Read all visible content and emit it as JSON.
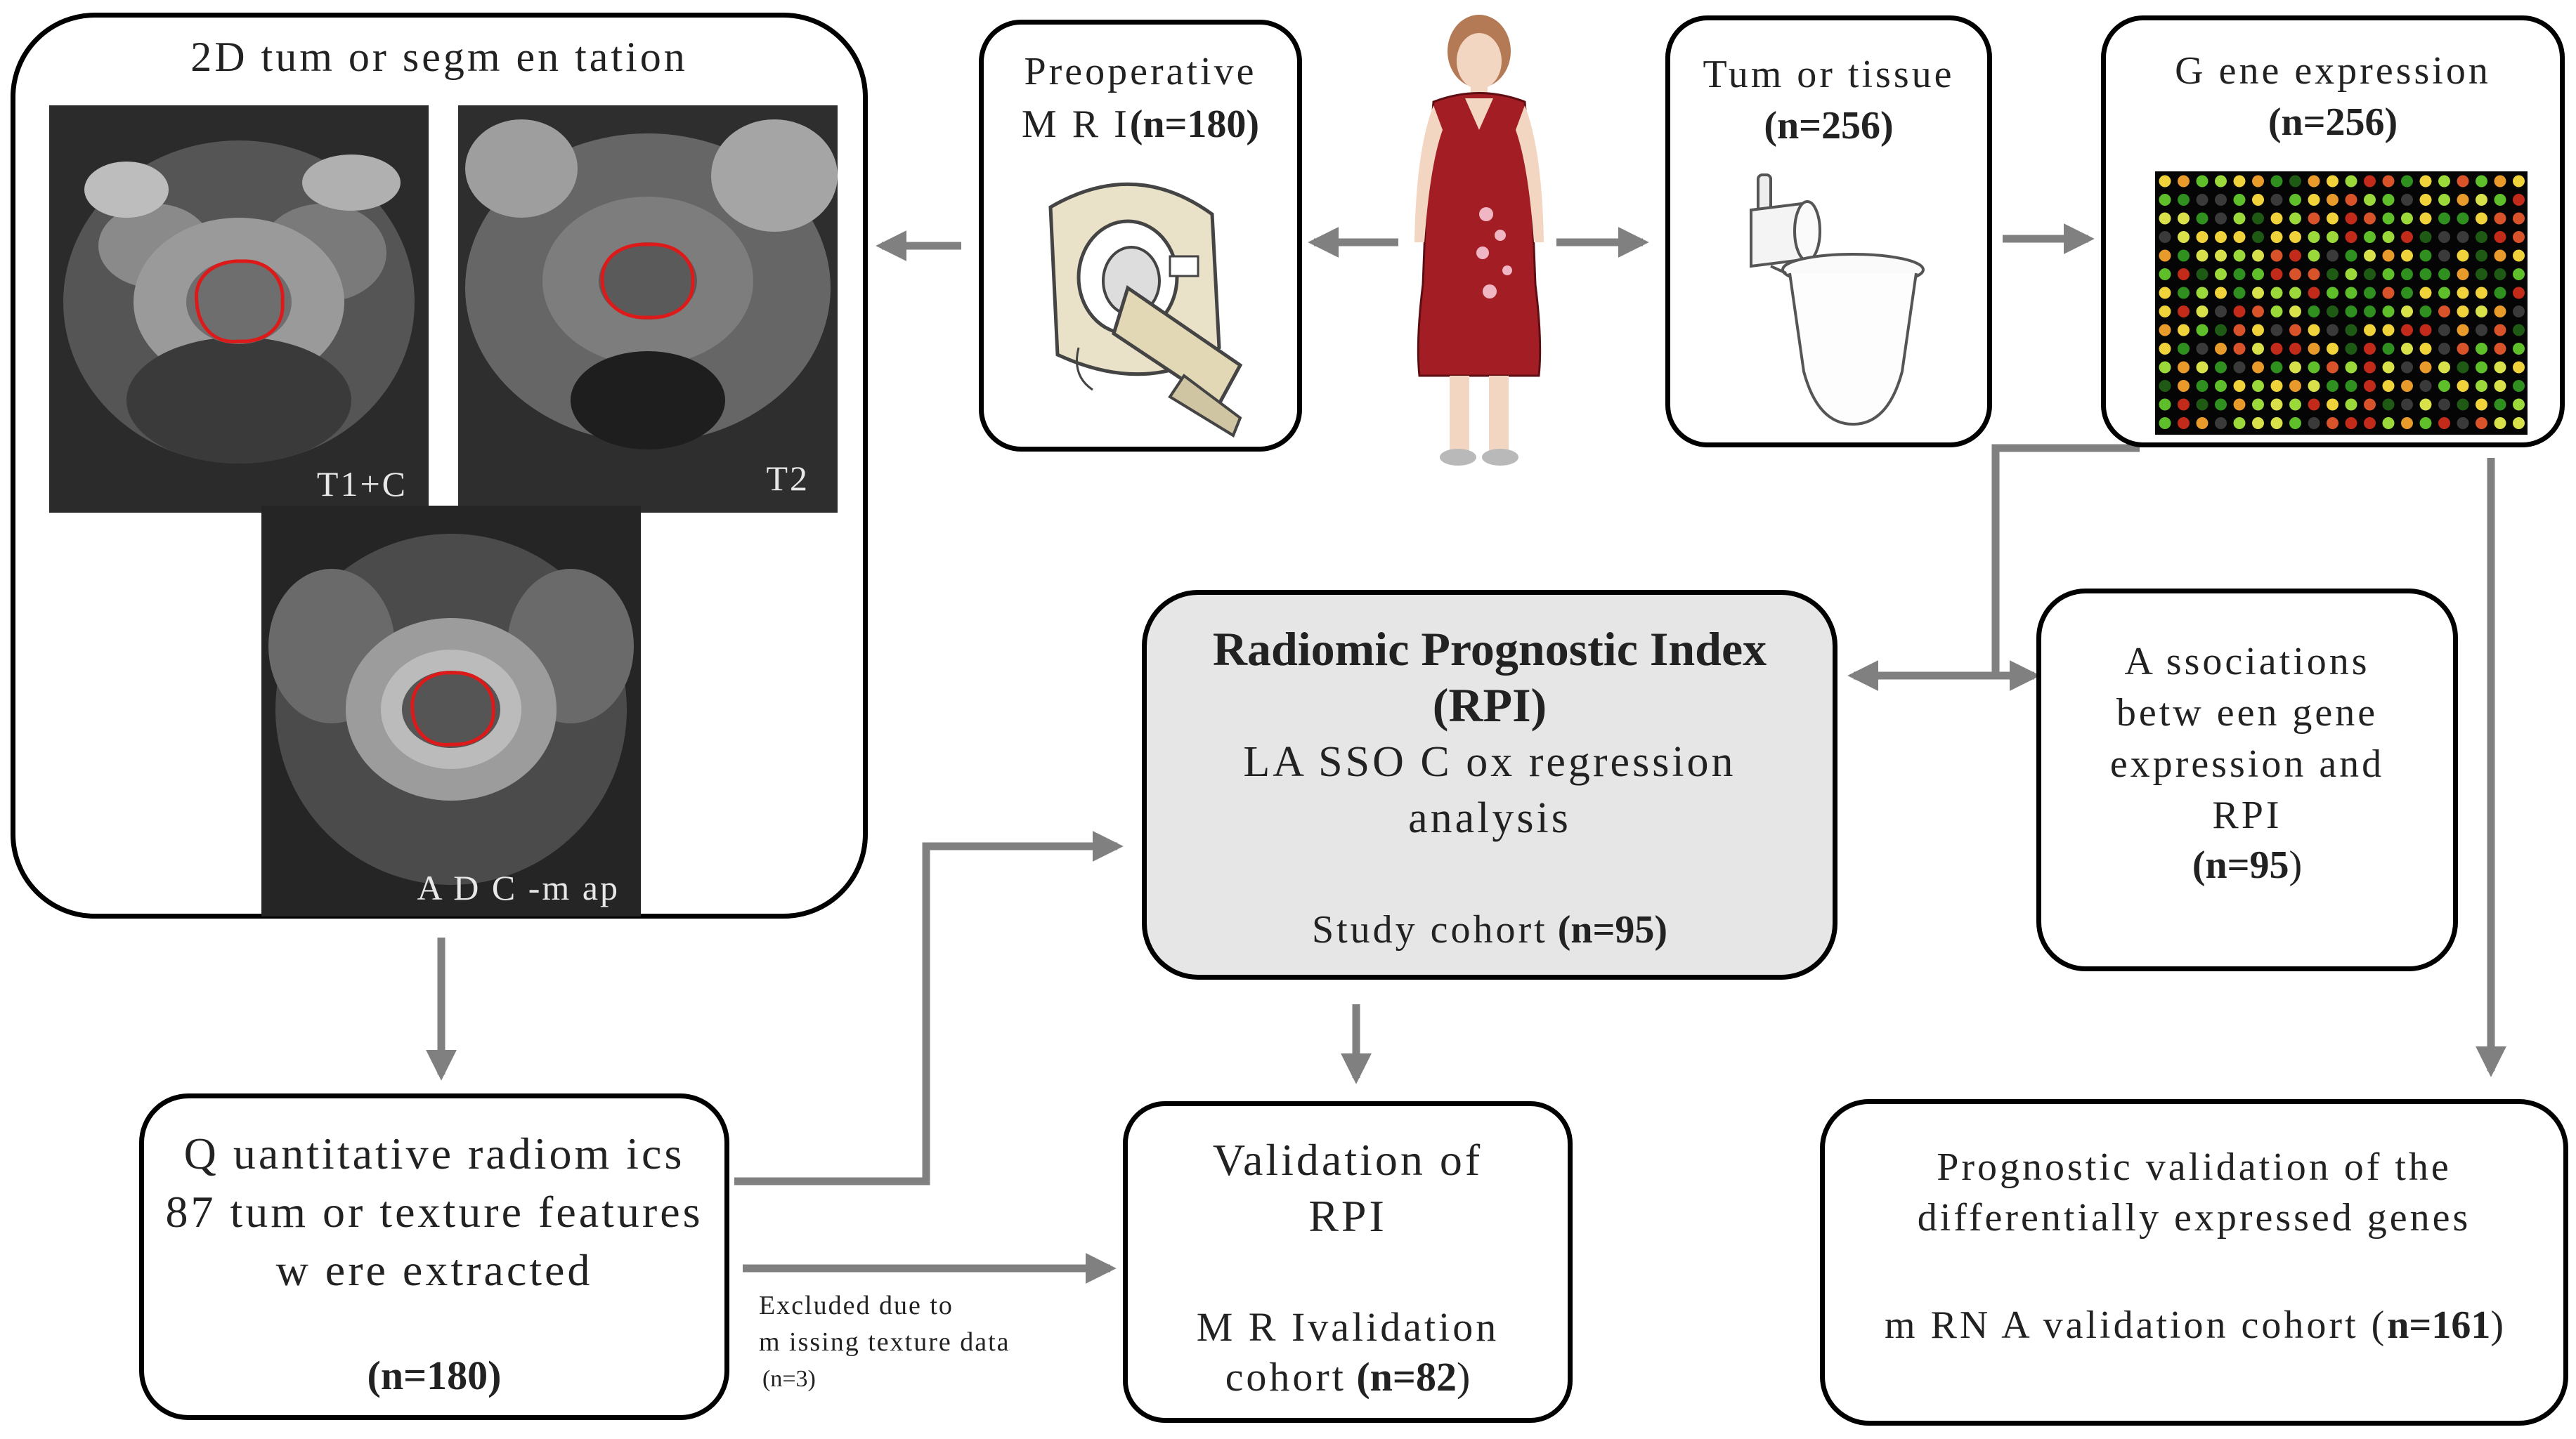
{
  "colors": {
    "arrow": "#808080",
    "border": "#000000",
    "central_fill": "#e6e6e6",
    "tumor_contour": "#dd1a1a",
    "dress": "#a31d24"
  },
  "seg_box": {
    "title": "2D  tum or segm en tation",
    "images": [
      {
        "label": "T1+C"
      },
      {
        "label": "T2"
      },
      {
        "label": "A D C -m ap"
      }
    ]
  },
  "mri_box": {
    "line1": "Preoperative",
    "line2": "M R I",
    "count": "(n=180)",
    "icon": "mri-scanner-icon"
  },
  "patient": {
    "icon": "patient-figure-icon"
  },
  "tissue_box": {
    "line1": "Tum or tissue",
    "count": "(n=256)",
    "icon": "sample-tube-icon"
  },
  "gene_box": {
    "line1": "G ene expression",
    "count": "(n=256)",
    "icon": "microarray-icon"
  },
  "rpi_box": {
    "title_line1": "Radiomic Prognostic Index",
    "title_line2": "(RPI)",
    "line1": "LA SSO  C ox regression",
    "line2": "analysis",
    "cohort_label": "Study cohort",
    "cohort_count": "(n=95)"
  },
  "assoc_box": {
    "line1": "A ssociations",
    "line2": "betw een gene",
    "line3": "expression and",
    "line4": "RPI",
    "count": "(n=95",
    "count_close": ")"
  },
  "quant_box": {
    "line1": "Q uantitative radiom ics",
    "line2": "87 tum or texture features",
    "line3": "w ere extracted",
    "count": "(n=180)"
  },
  "validation_box": {
    "line1": "Validation of",
    "line2": "RPI",
    "line3": "M R Ivalidation",
    "line4": "cohort",
    "count": "(n=82",
    "count_close": ")"
  },
  "prognostic_box": {
    "line1": "Prognostic validation of the",
    "line2": "differentially expressed genes",
    "cohort_label": "m RN A  validation cohort (",
    "count": "n=161",
    "count_close": ")"
  },
  "excluded_note": {
    "line1": "Excluded due to",
    "line2": "m issing texture data",
    "count": "(n=3)"
  }
}
